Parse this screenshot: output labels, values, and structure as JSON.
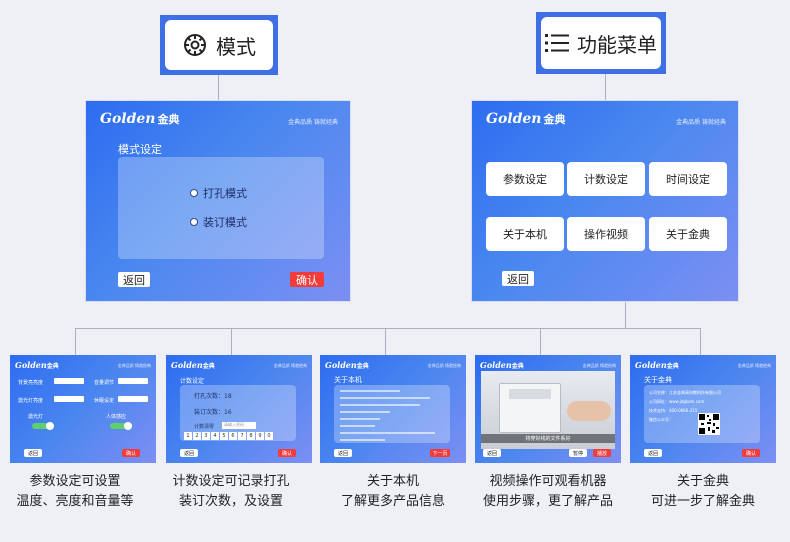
{
  "tags": {
    "mode": {
      "icon": "gear-icon",
      "label": "模式"
    },
    "func": {
      "icon": "list-menu-icon",
      "label": "功能菜单"
    }
  },
  "brand": {
    "logo_en": "Golden",
    "logo_cn": "金典",
    "slogan": "金典品质 铸就经典"
  },
  "mode_screen": {
    "title": "模式设定",
    "options": [
      "打孔模式",
      "装订模式"
    ],
    "back_label": "返回",
    "ok_label": "确认"
  },
  "func_screen": {
    "buttons": [
      "参数设定",
      "计数设定",
      "时间设定",
      "关于本机",
      "操作视频",
      "关于金典"
    ],
    "back_label": "返回"
  },
  "thumbs": {
    "param": {
      "bg_brightness": "背景亮亮度",
      "volume": "音量调节",
      "laser_brightness": "激光灯亮度",
      "sleep": "休眠设定",
      "laser_lamp": "激光灯",
      "human_sense": "人体感应",
      "back": "返回",
      "ok": "确认"
    },
    "count": {
      "title": "计数设定",
      "punch_count": "打孔次数：18",
      "bind_count": "装订次数：16",
      "clear_label": "计数清零",
      "password_placeholder": "请输入密码",
      "keys": [
        "1",
        "2",
        "3",
        "4",
        "5",
        "6",
        "7",
        "8",
        "9",
        "0"
      ],
      "back": "返回",
      "ok": "确认"
    },
    "about_machine": {
      "title": "关于本机",
      "back": "返回",
      "next": "下一页"
    },
    "video": {
      "subtitle": "将穿好线的文件系好",
      "back": "返回",
      "pause": "暂停",
      "play": "播放"
    },
    "about_golden": {
      "title": "关于金典",
      "company_name": "公司名称：江苏金典高科教科技有限公司",
      "company_site": "公司网址：www.jdgkom.com",
      "support": "技术支持：400-0666-215",
      "wechat": "微信公众号：",
      "back": "返回",
      "ok": "确认"
    }
  },
  "captions": [
    [
      "参数设定可设置",
      "温度、亮度和音量等"
    ],
    [
      "计数设定可记录打孔",
      "装订次数，及设置"
    ],
    [
      "关于本机",
      "了解更多产品信息"
    ],
    [
      "视频操作可观看机器",
      "使用步骤，更了解产品"
    ],
    [
      "关于金典",
      "可进一步了解金典"
    ]
  ]
}
